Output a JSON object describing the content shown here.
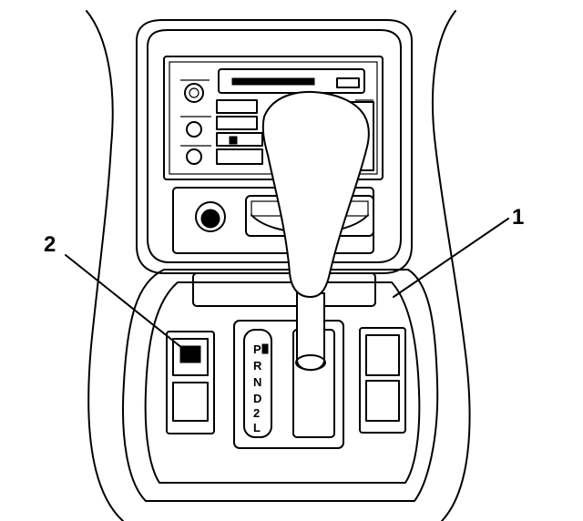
{
  "callouts": {
    "one": "1",
    "two": "2"
  },
  "gate": {
    "p": "P",
    "r": "R",
    "n": "N",
    "d": "D",
    "two": "2",
    "l": "L"
  }
}
